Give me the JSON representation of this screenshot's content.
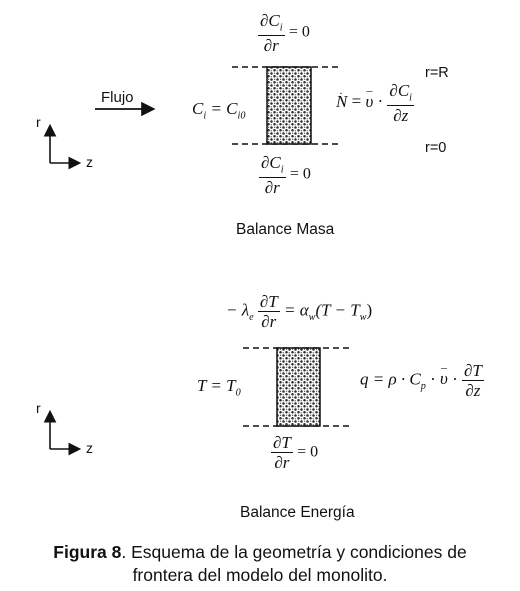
{
  "mass": {
    "flow_label": "Flujo",
    "title": "Balance Masa",
    "r_R": "r=R",
    "r_0": "r=0",
    "axis_r": "r",
    "axis_z": "z",
    "bc_top_num": "∂C",
    "bc_top_sub": "i",
    "bc_top_den": "∂r",
    "bc_top_rhs": "= 0",
    "bc_bot_num": "∂C",
    "bc_bot_sub": "i",
    "bc_bot_den": "∂r",
    "bc_bot_rhs": "= 0",
    "inlet_lhs": "C",
    "inlet_lhs_sub": "i",
    "inlet_eq": " = C",
    "inlet_rhs_sub": "i0",
    "flux_lhs": "N",
    "flux_eq": " = ",
    "flux_v": "υ",
    "flux_dot": " · ",
    "flux_num": "∂C",
    "flux_num_sub": "i",
    "flux_den": "∂z"
  },
  "energy": {
    "title": "Balance Energía",
    "axis_r": "r",
    "axis_z": "z",
    "bc_top_lhs": "− λ",
    "bc_top_lhs_sub": "e",
    "bc_top_num": "∂T",
    "bc_top_den": "∂r",
    "bc_top_rhs1": "= α",
    "bc_top_rhs_sub": "w",
    "bc_top_rhs2": "(T − T",
    "bc_top_rhs_sub2": "w",
    "bc_top_rhs3": ")",
    "bc_bot_num": "∂T",
    "bc_bot_den": "∂r",
    "bc_bot_rhs": "= 0",
    "inlet_lhs": "T = T",
    "inlet_sub": "0",
    "flux_lhs": "q = ρ · C",
    "flux_sub": "p",
    "flux_mid": " · ",
    "flux_v": "υ",
    "flux_dot": " · ",
    "flux_num": "∂T",
    "flux_den": "∂z"
  },
  "caption": {
    "label": "Figura 8",
    "text": ". Esquema de la geometría y condiciones de",
    "line2": "frontera del modelo del monolito."
  },
  "colors": {
    "ink": "#111111",
    "packing_fill": "#2a2a2a",
    "packing_bg": "#ffffff"
  }
}
